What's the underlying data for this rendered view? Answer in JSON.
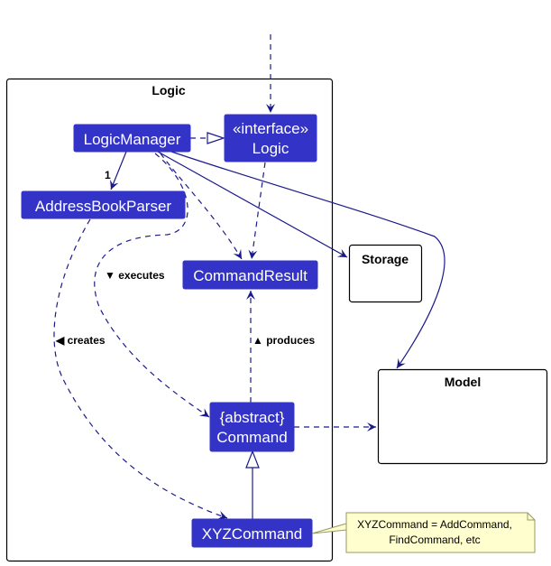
{
  "diagram": {
    "packages": {
      "logic": "Logic",
      "storage": "Storage",
      "model": "Model"
    },
    "classes": {
      "logic_manager": "LogicManager",
      "logic_interface_stereotype": "«interface»",
      "logic_interface_name": "Logic",
      "address_book_parser": "AddressBookParser",
      "command_result": "CommandResult",
      "command_stereotype": "{abstract}",
      "command_name": "Command",
      "xyz_command": "XYZCommand"
    },
    "edge_labels": {
      "multiplicity": "1",
      "executes": "executes",
      "creates": "creates",
      "produces": "produces"
    },
    "note": {
      "line1": "XYZCommand = AddCommand,",
      "line2": "FindCommand, etc"
    },
    "colors": {
      "class_fill": "#3333C8",
      "edge": "#1a1a8c",
      "note_fill": "#FEFECE"
    }
  }
}
